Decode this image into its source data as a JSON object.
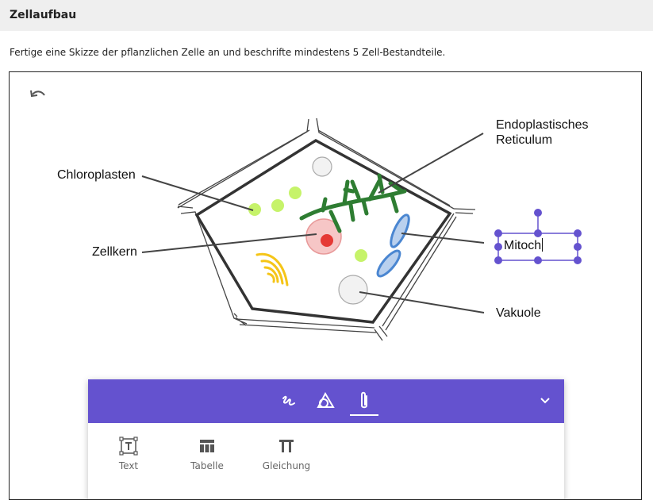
{
  "header": {
    "title": "Zellaufbau"
  },
  "task": {
    "instruction": "Fertige eine Skizze der pflanzlichen Zelle an und beschrifte mindestens 5 Zell-Bestandteile."
  },
  "canvas": {
    "undo_icon": "undo-icon",
    "labels": {
      "chloroplasten": "Chloroplasten",
      "zellkern": "Zellkern",
      "er_line1": "Endoplastisches",
      "er_line2": "Reticulum",
      "vakuole": "Vakuole"
    },
    "editing_text": "Mitoch"
  },
  "toolbar": {
    "tabs": [
      {
        "name": "draw",
        "icon": "scribble-icon"
      },
      {
        "name": "shapes",
        "icon": "shapes-icon"
      },
      {
        "name": "attach",
        "icon": "paperclip-icon",
        "active": true
      }
    ],
    "collapse_icon": "chevron-down-icon",
    "tools": [
      {
        "label": "Text",
        "icon": "text-box-icon"
      },
      {
        "label": "Tabelle",
        "icon": "table-icon"
      },
      {
        "label": "Gleichung",
        "icon": "equation-icon"
      }
    ],
    "accent": "#6452cf"
  },
  "colors": {
    "cell_wall": "#333333",
    "er_green": "#2e7d32",
    "chloroplast": "#c6f36a",
    "nucleus": "#f6c6c6",
    "nucleolus": "#e53935",
    "mitochondria": "#4a86d1",
    "golgi": "#f5c518",
    "selection": "#6452cf"
  }
}
